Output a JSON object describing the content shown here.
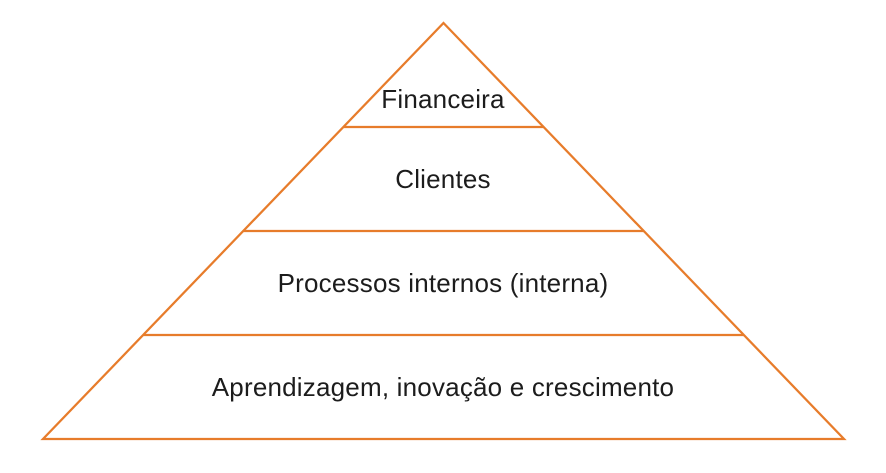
{
  "diagram": {
    "type": "pyramid",
    "levels": [
      {
        "label": "Financeira"
      },
      {
        "label": "Clientes"
      },
      {
        "label": "Processos internos (interna)"
      },
      {
        "label": "Aprendizagem, inovação e crescimento"
      }
    ],
    "colors": {
      "outline": "#E77C2B",
      "text": "#1C1C1C",
      "background": "#FFFFFF"
    }
  }
}
